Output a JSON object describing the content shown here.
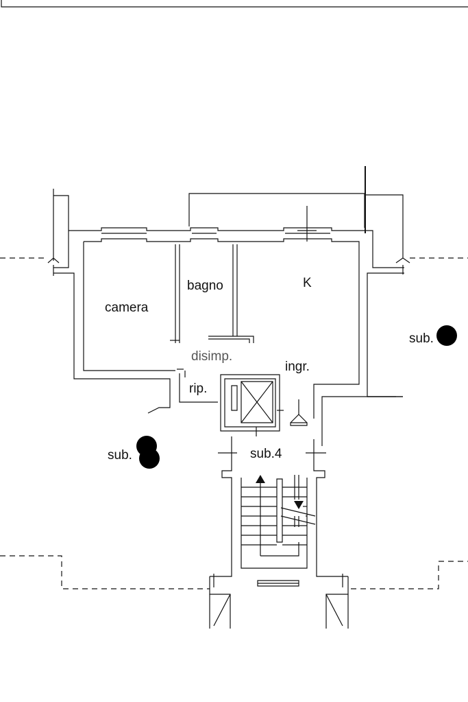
{
  "rooms": {
    "camera": "camera",
    "bagno": "bagno",
    "k": "K",
    "disimp": "disimp.",
    "ingr": "ingr.",
    "rip": "rip."
  },
  "units": {
    "sub_right": "sub.",
    "sub_left": "sub.",
    "sub_stair": "sub.4"
  },
  "colors": {
    "line": "#111111",
    "marker": "#000000",
    "background": "#ffffff"
  }
}
